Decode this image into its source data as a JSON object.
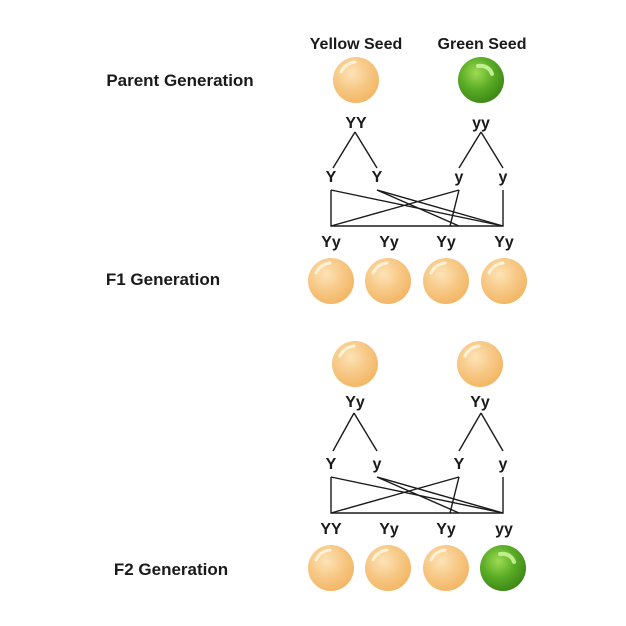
{
  "headers": {
    "yellow": "Yellow Seed",
    "green": "Green Seed"
  },
  "generations": {
    "parent": "Parent Generation",
    "f1": "F1 Generation",
    "f2": "F2 Generation"
  },
  "parent": {
    "genotypes": [
      "YY",
      "yy"
    ],
    "gametes": [
      "Y",
      "Y",
      "y",
      "y"
    ],
    "seed_colors": [
      "yellow",
      "green"
    ]
  },
  "f1": {
    "genotypes": [
      "Yy",
      "Yy",
      "Yy",
      "Yy"
    ],
    "seed_colors": [
      "yellow",
      "yellow",
      "yellow",
      "yellow"
    ]
  },
  "f2_parents": {
    "genotypes": [
      "Yy",
      "Yy"
    ],
    "gametes": [
      "Y",
      "y",
      "Y",
      "y"
    ],
    "seed_colors": [
      "yellow",
      "yellow"
    ]
  },
  "f2": {
    "genotypes": [
      "YY",
      "Yy",
      "Yy",
      "yy"
    ],
    "seed_colors": [
      "yellow",
      "yellow",
      "yellow",
      "green"
    ]
  },
  "colors": {
    "yellow_fill": "#f7c987",
    "yellow_light": "#fde3b6",
    "yellow_edge": "#f3b766",
    "green_fill": "#5aac25",
    "green_light": "#9edb53",
    "green_edge": "#3f8a19",
    "text": "#1a1a1a"
  }
}
